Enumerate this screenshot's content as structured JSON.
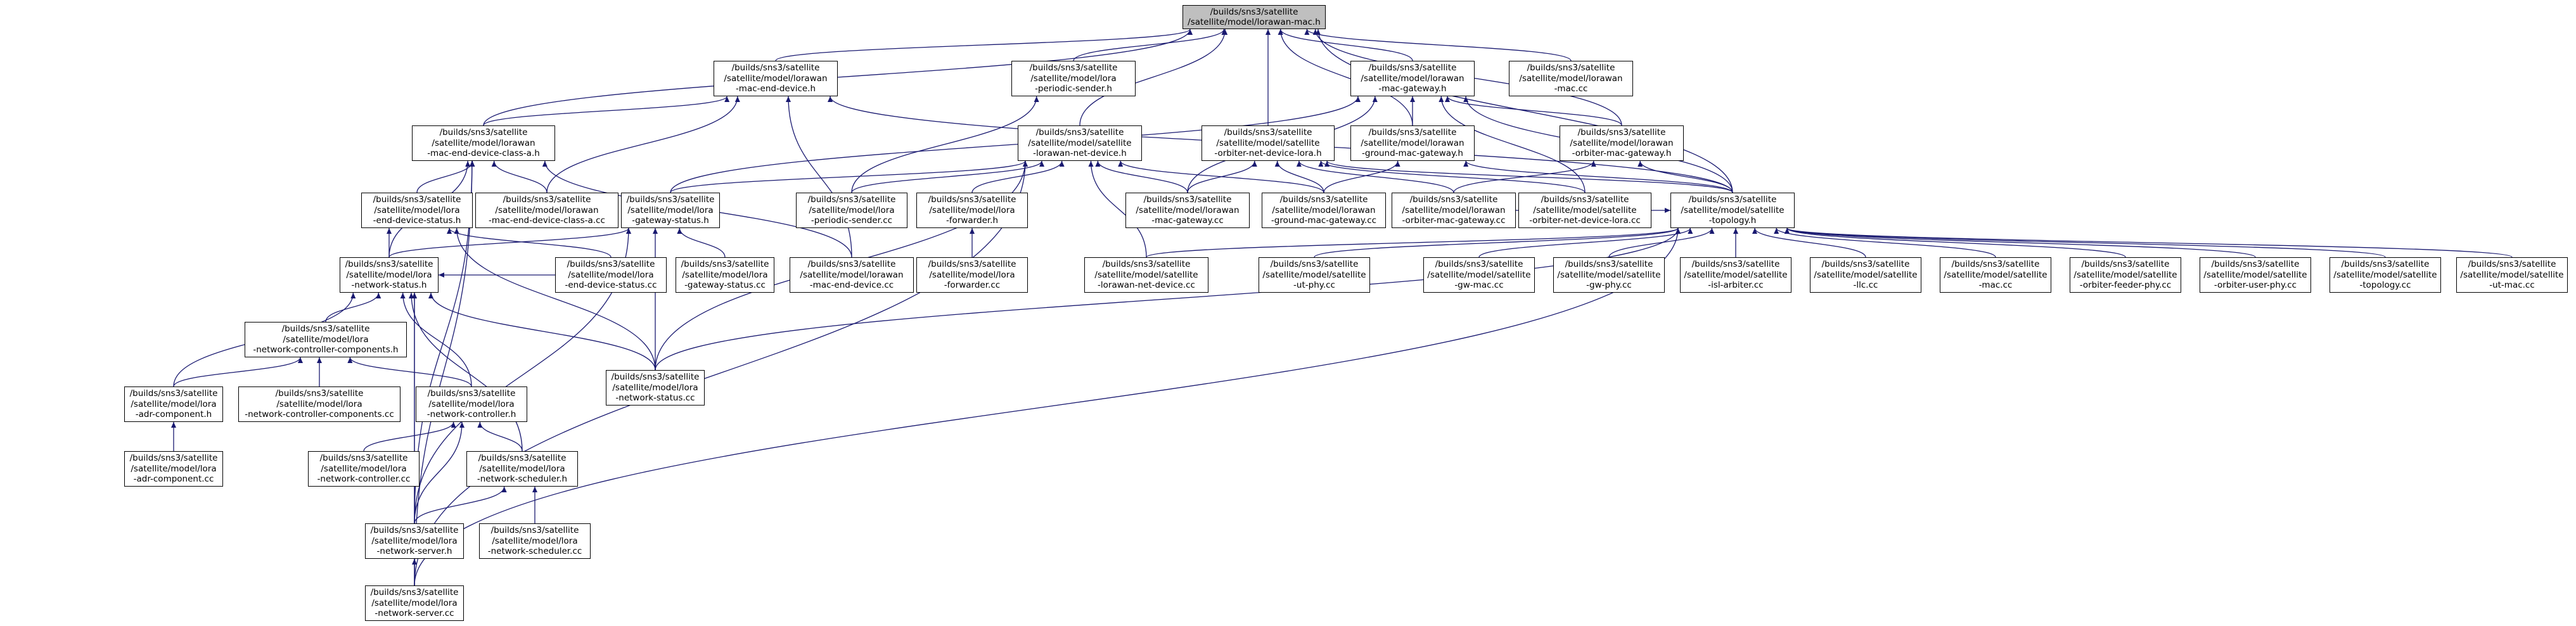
{
  "nodes": {
    "root": "/builds/sns3/satellite\n/satellite/model/lorawan-mac.h",
    "lorawan_mac_cc": "/builds/sns3/satellite\n/satellite/model/lorawan\n-mac.cc",
    "lorawan_mac_end_device_h": "/builds/sns3/satellite\n/satellite/model/lorawan\n-mac-end-device.h",
    "lora_periodic_sender_h": "/builds/sns3/satellite\n/satellite/model/lora\n-periodic-sender.h",
    "lorawan_mac_gateway_h": "/builds/sns3/satellite\n/satellite/model/lorawan\n-mac-gateway.h",
    "lorawan_mac_end_device_class_a_h": "/builds/sns3/satellite\n/satellite/model/lorawan\n-mac-end-device-class-a.h",
    "lorawan_net_device_h": "/builds/sns3/satellite\n/satellite/model/satellite\n-lorawan-net-device.h",
    "orbiter_net_device_lora_h": "/builds/sns3/satellite\n/satellite/model/satellite\n-orbiter-net-device-lora.h",
    "lorawan_ground_mac_gateway_h": "/builds/sns3/satellite\n/satellite/model/lorawan\n-ground-mac-gateway.h",
    "lorawan_orbiter_mac_gateway_h": "/builds/sns3/satellite\n/satellite/model/lorawan\n-orbiter-mac-gateway.h",
    "lora_end_device_status_h": "/builds/sns3/satellite\n/satellite/model/lora\n-end-device-status.h",
    "lorawan_mac_end_device_class_a_cc": "/builds/sns3/satellite\n/satellite/model/lorawan\n-mac-end-device-class-a.cc",
    "lora_gateway_status_h": "/builds/sns3/satellite\n/satellite/model/lora\n-gateway-status.h",
    "lora_periodic_sender_cc": "/builds/sns3/satellite\n/satellite/model/lora\n-periodic-sender.cc",
    "lora_forwarder_h": "/builds/sns3/satellite\n/satellite/model/lora\n-forwarder.h",
    "lorawan_mac_gateway_cc": "/builds/sns3/satellite\n/satellite/model/lorawan\n-mac-gateway.cc",
    "lorawan_ground_mac_gateway_cc": "/builds/sns3/satellite\n/satellite/model/lorawan\n-ground-mac-gateway.cc",
    "lorawan_orbiter_mac_gateway_cc": "/builds/sns3/satellite\n/satellite/model/lorawan\n-orbiter-mac-gateway.cc",
    "orbiter_net_device_lora_cc": "/builds/sns3/satellite\n/satellite/model/satellite\n-orbiter-net-device-lora.cc",
    "topology_h": "/builds/sns3/satellite\n/satellite/model/satellite\n-topology.h",
    "lora_network_status_h": "/builds/sns3/satellite\n/satellite/model/lora\n-network-status.h",
    "lora_end_device_status_cc": "/builds/sns3/satellite\n/satellite/model/lora\n-end-device-status.cc",
    "lora_gateway_status_cc": "/builds/sns3/satellite\n/satellite/model/lora\n-gateway-status.cc",
    "lorawan_mac_end_device_cc": "/builds/sns3/satellite\n/satellite/model/lorawan\n-mac-end-device.cc",
    "lora_forwarder_cc": "/builds/sns3/satellite\n/satellite/model/lora\n-forwarder.cc",
    "lorawan_net_device_cc": "/builds/sns3/satellite\n/satellite/model/satellite\n-lorawan-net-device.cc",
    "ut_phy_cc": "/builds/sns3/satellite\n/satellite/model/satellite\n-ut-phy.cc",
    "gw_mac_cc": "/builds/sns3/satellite\n/satellite/model/satellite\n-gw-mac.cc",
    "gw_phy_cc": "/builds/sns3/satellite\n/satellite/model/satellite\n-gw-phy.cc",
    "isl_arbiter_cc": "/builds/sns3/satellite\n/satellite/model/satellite\n-isl-arbiter.cc",
    "llc_cc": "/builds/sns3/satellite\n/satellite/model/satellite\n-llc.cc",
    "mac_cc": "/builds/sns3/satellite\n/satellite/model/satellite\n-mac.cc",
    "orbiter_feeder_phy_cc": "/builds/sns3/satellite\n/satellite/model/satellite\n-orbiter-feeder-phy.cc",
    "orbiter_user_phy_cc": "/builds/sns3/satellite\n/satellite/model/satellite\n-orbiter-user-phy.cc",
    "topology_cc": "/builds/sns3/satellite\n/satellite/model/satellite\n-topology.cc",
    "ut_mac_cc": "/builds/sns3/satellite\n/satellite/model/satellite\n-ut-mac.cc",
    "lora_network_controller_components_h": "/builds/sns3/satellite\n/satellite/model/lora\n-network-controller-components.h",
    "lora_network_status_cc": "/builds/sns3/satellite\n/satellite/model/lora\n-network-status.cc",
    "lora_adr_component_h": "/builds/sns3/satellite\n/satellite/model/lora\n-adr-component.h",
    "lora_network_controller_components_cc": "/builds/sns3/satellite\n/satellite/model/lora\n-network-controller-components.cc",
    "lora_network_controller_h": "/builds/sns3/satellite\n/satellite/model/lora\n-network-controller.h",
    "lora_adr_component_cc": "/builds/sns3/satellite\n/satellite/model/lora\n-adr-component.cc",
    "lora_network_controller_cc": "/builds/sns3/satellite\n/satellite/model/lora\n-network-controller.cc",
    "lora_network_scheduler_h": "/builds/sns3/satellite\n/satellite/model/lora\n-network-scheduler.h",
    "lora_network_server_h": "/builds/sns3/satellite\n/satellite/model/lora\n-network-server.h",
    "lora_network_scheduler_cc": "/builds/sns3/satellite\n/satellite/model/lora\n-network-scheduler.cc",
    "lora_network_server_cc": "/builds/sns3/satellite\n/satellite/model/lora\n-network-server.cc"
  },
  "edge_color": "#191970",
  "edges": [
    [
      "lorawan_mac_cc",
      "root"
    ],
    [
      "lorawan_mac_end_device_h",
      "root"
    ],
    [
      "lora_periodic_sender_h",
      "root"
    ],
    [
      "lorawan_mac_gateway_h",
      "root"
    ],
    [
      "lorawan_mac_end_device_class_a_h",
      "root"
    ],
    [
      "lorawan_net_device_h",
      "root"
    ],
    [
      "orbiter_net_device_lora_h",
      "root"
    ],
    [
      "lorawan_ground_mac_gateway_h",
      "root"
    ],
    [
      "lorawan_orbiter_mac_gateway_h",
      "root"
    ],
    [
      "topology_h",
      "root"
    ],
    [
      "lorawan_mac_end_device_class_a_h",
      "lorawan_mac_end_device_h"
    ],
    [
      "lorawan_mac_end_device_class_a_cc",
      "lorawan_mac_end_device_h"
    ],
    [
      "lorawan_mac_end_device_cc",
      "lorawan_mac_end_device_h"
    ],
    [
      "topology_h",
      "lorawan_mac_end_device_h"
    ],
    [
      "lora_periodic_sender_cc",
      "lora_periodic_sender_h"
    ],
    [
      "lorawan_ground_mac_gateway_h",
      "lorawan_mac_gateway_h"
    ],
    [
      "lorawan_orbiter_mac_gateway_h",
      "lorawan_mac_gateway_h"
    ],
    [
      "lora_gateway_status_h",
      "lorawan_mac_gateway_h"
    ],
    [
      "lorawan_mac_gateway_cc",
      "lorawan_mac_gateway_h"
    ],
    [
      "orbiter_net_device_lora_cc",
      "lorawan_mac_gateway_h"
    ],
    [
      "topology_h",
      "lorawan_mac_gateway_h"
    ],
    [
      "lora_end_device_status_h",
      "lorawan_mac_end_device_class_a_h"
    ],
    [
      "lorawan_mac_end_device_class_a_cc",
      "lorawan_mac_end_device_class_a_h"
    ],
    [
      "lora_network_status_h",
      "lorawan_mac_end_device_class_a_h"
    ],
    [
      "lorawan_mac_end_device_cc",
      "lorawan_mac_end_device_class_a_h"
    ],
    [
      "lora_network_server_h",
      "lorawan_mac_end_device_class_a_h"
    ],
    [
      "lora_network_server_cc",
      "lorawan_mac_end_device_class_a_h"
    ],
    [
      "lora_periodic_sender_cc",
      "lorawan_net_device_h"
    ],
    [
      "lora_forwarder_h",
      "lorawan_net_device_h"
    ],
    [
      "lorawan_mac_gateway_cc",
      "lorawan_net_device_h"
    ],
    [
      "lorawan_ground_mac_gateway_cc",
      "lorawan_net_device_h"
    ],
    [
      "lorawan_net_device_cc",
      "lorawan_net_device_h"
    ],
    [
      "lora_gateway_status_h",
      "lorawan_net_device_h"
    ],
    [
      "lora_network_status_cc",
      "lorawan_net_device_h"
    ],
    [
      "lora_network_server_cc",
      "lorawan_net_device_h"
    ],
    [
      "lorawan_mac_gateway_cc",
      "orbiter_net_device_lora_h"
    ],
    [
      "lorawan_ground_mac_gateway_cc",
      "orbiter_net_device_lora_h"
    ],
    [
      "lorawan_orbiter_mac_gateway_cc",
      "orbiter_net_device_lora_h"
    ],
    [
      "orbiter_net_device_lora_cc",
      "orbiter_net_device_lora_h"
    ],
    [
      "topology_h",
      "orbiter_net_device_lora_h"
    ],
    [
      "lorawan_ground_mac_gateway_cc",
      "lorawan_ground_mac_gateway_h"
    ],
    [
      "topology_h",
      "lorawan_ground_mac_gateway_h"
    ],
    [
      "lorawan_orbiter_mac_gateway_cc",
      "lorawan_orbiter_mac_gateway_h"
    ],
    [
      "topology_h",
      "lorawan_orbiter_mac_gateway_h"
    ],
    [
      "lora_network_status_h",
      "lora_end_device_status_h"
    ],
    [
      "lora_end_device_status_cc",
      "lora_end_device_status_h"
    ],
    [
      "lora_network_status_cc",
      "lora_end_device_status_h"
    ],
    [
      "lora_network_status_h",
      "lora_gateway_status_h"
    ],
    [
      "lora_gateway_status_cc",
      "lora_gateway_status_h"
    ],
    [
      "lora_network_status_cc",
      "lora_gateway_status_h"
    ],
    [
      "lora_network_server_h",
      "lora_gateway_status_h"
    ],
    [
      "lora_forwarder_cc",
      "lora_forwarder_h"
    ],
    [
      "lora_network_status_cc",
      "topology_h"
    ],
    [
      "lorawan_net_device_cc",
      "topology_h"
    ],
    [
      "ut_phy_cc",
      "topology_h"
    ],
    [
      "gw_mac_cc",
      "topology_h"
    ],
    [
      "gw_phy_cc",
      "topology_h"
    ],
    [
      "isl_arbiter_cc",
      "topology_h"
    ],
    [
      "llc_cc",
      "topology_h"
    ],
    [
      "mac_cc",
      "topology_h"
    ],
    [
      "orbiter_feeder_phy_cc",
      "topology_h"
    ],
    [
      "orbiter_user_phy_cc",
      "topology_h"
    ],
    [
      "topology_cc",
      "topology_h"
    ],
    [
      "ut_mac_cc",
      "topology_h"
    ],
    [
      "lorawan_orbiter_mac_gateway_cc",
      "topology_h"
    ],
    [
      "lora_network_server_cc",
      "topology_h"
    ],
    [
      "lora_end_device_status_cc",
      "lora_network_status_h"
    ],
    [
      "lora_network_controller_components_h",
      "lora_network_status_h"
    ],
    [
      "lora_network_status_cc",
      "lora_network_status_h"
    ],
    [
      "lora_adr_component_h",
      "lora_network_status_h"
    ],
    [
      "lora_network_controller_h",
      "lora_network_status_h"
    ],
    [
      "lora_network_scheduler_h",
      "lora_network_status_h"
    ],
    [
      "lora_network_server_h",
      "lora_network_status_h"
    ],
    [
      "lora_network_server_cc",
      "lora_network_status_h"
    ],
    [
      "lora_adr_component_h",
      "lora_network_controller_components_h"
    ],
    [
      "lora_network_controller_components_cc",
      "lora_network_controller_components_h"
    ],
    [
      "lora_network_controller_h",
      "lora_network_controller_components_h"
    ],
    [
      "lora_adr_component_cc",
      "lora_adr_component_h"
    ],
    [
      "lora_network_controller_cc",
      "lora_network_controller_h"
    ],
    [
      "lora_network_scheduler_h",
      "lora_network_controller_h"
    ],
    [
      "lora_network_server_h",
      "lora_network_controller_h"
    ],
    [
      "lora_network_scheduler_cc",
      "lora_network_scheduler_h"
    ],
    [
      "lora_network_server_h",
      "lora_network_scheduler_h"
    ],
    [
      "lora_network_server_cc",
      "lora_network_server_h"
    ]
  ]
}
